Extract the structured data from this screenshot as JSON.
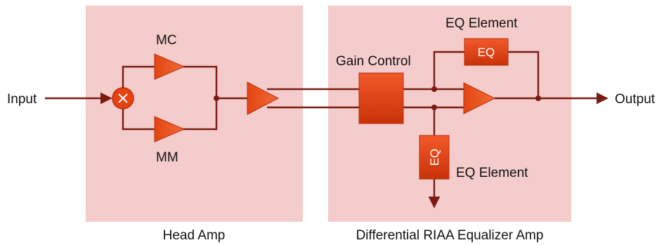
{
  "labels": {
    "input": "Input",
    "output": "Output",
    "mc": "MC",
    "mm": "MM",
    "gain_control": "Gain Control",
    "eq_element_top": "EQ Element",
    "eq_element_bottom": "EQ Element",
    "eq_block_top": "EQ",
    "eq_block_bottom": "EQ",
    "head_amp": "Head Amp",
    "riaa_amp": "Differential RIAA Equalizer Amp"
  },
  "colors": {
    "panel": "#f4cccc",
    "block": "#e8400f",
    "wire": "#7a1c12",
    "switch": "#e8400f",
    "text": "#111111"
  },
  "icons": {
    "switch": "x-in-circle",
    "amplifier": "triangle-right"
  }
}
